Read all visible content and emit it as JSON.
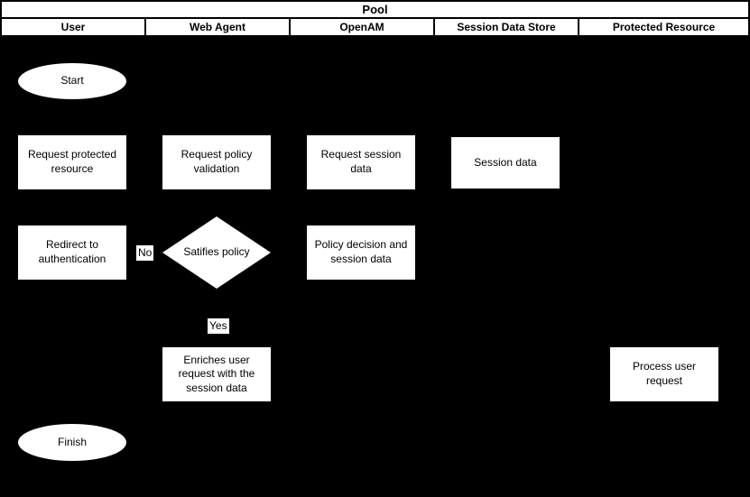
{
  "diagram": {
    "title": "Pool",
    "lanes": [
      "User",
      "Web Agent",
      "OpenAM",
      "Session Data Store",
      "Protected Resource"
    ],
    "nodes": {
      "start": {
        "type": "start-ellipse",
        "lane": "User",
        "label": "Start"
      },
      "request_protected_resource": {
        "type": "process",
        "lane": "User",
        "label": "Request protected resource"
      },
      "request_policy_validation": {
        "type": "process",
        "lane": "Web Agent",
        "label": "Request policy validation"
      },
      "request_session_data": {
        "type": "process",
        "lane": "OpenAM",
        "label": "Request session data"
      },
      "session_data": {
        "type": "process",
        "lane": "Session Data Store",
        "label": "Session data"
      },
      "redirect_to_authentication": {
        "type": "process",
        "lane": "User",
        "label": "Redirect to authentication"
      },
      "satisfies_policy": {
        "type": "decision-diamond",
        "lane": "Web Agent",
        "label": "Satifies policy"
      },
      "policy_decision": {
        "type": "process",
        "lane": "OpenAM",
        "label": "Policy decision and session data"
      },
      "enriches_user_request": {
        "type": "process",
        "lane": "Web Agent",
        "label": "Enriches user request with the session data"
      },
      "process_user_request": {
        "type": "process",
        "lane": "Protected Resource",
        "label": "Process user request"
      },
      "finish": {
        "type": "end-ellipse",
        "lane": "User",
        "label": "Finish"
      }
    },
    "edges": {
      "no": {
        "label": "No"
      },
      "yes": {
        "label": "Yes"
      }
    },
    "colors": {
      "background": "#000000",
      "shape_fill": "#ffffff",
      "shape_text": "#000000",
      "border": "#000000",
      "header_fill": "#ffffff"
    }
  }
}
